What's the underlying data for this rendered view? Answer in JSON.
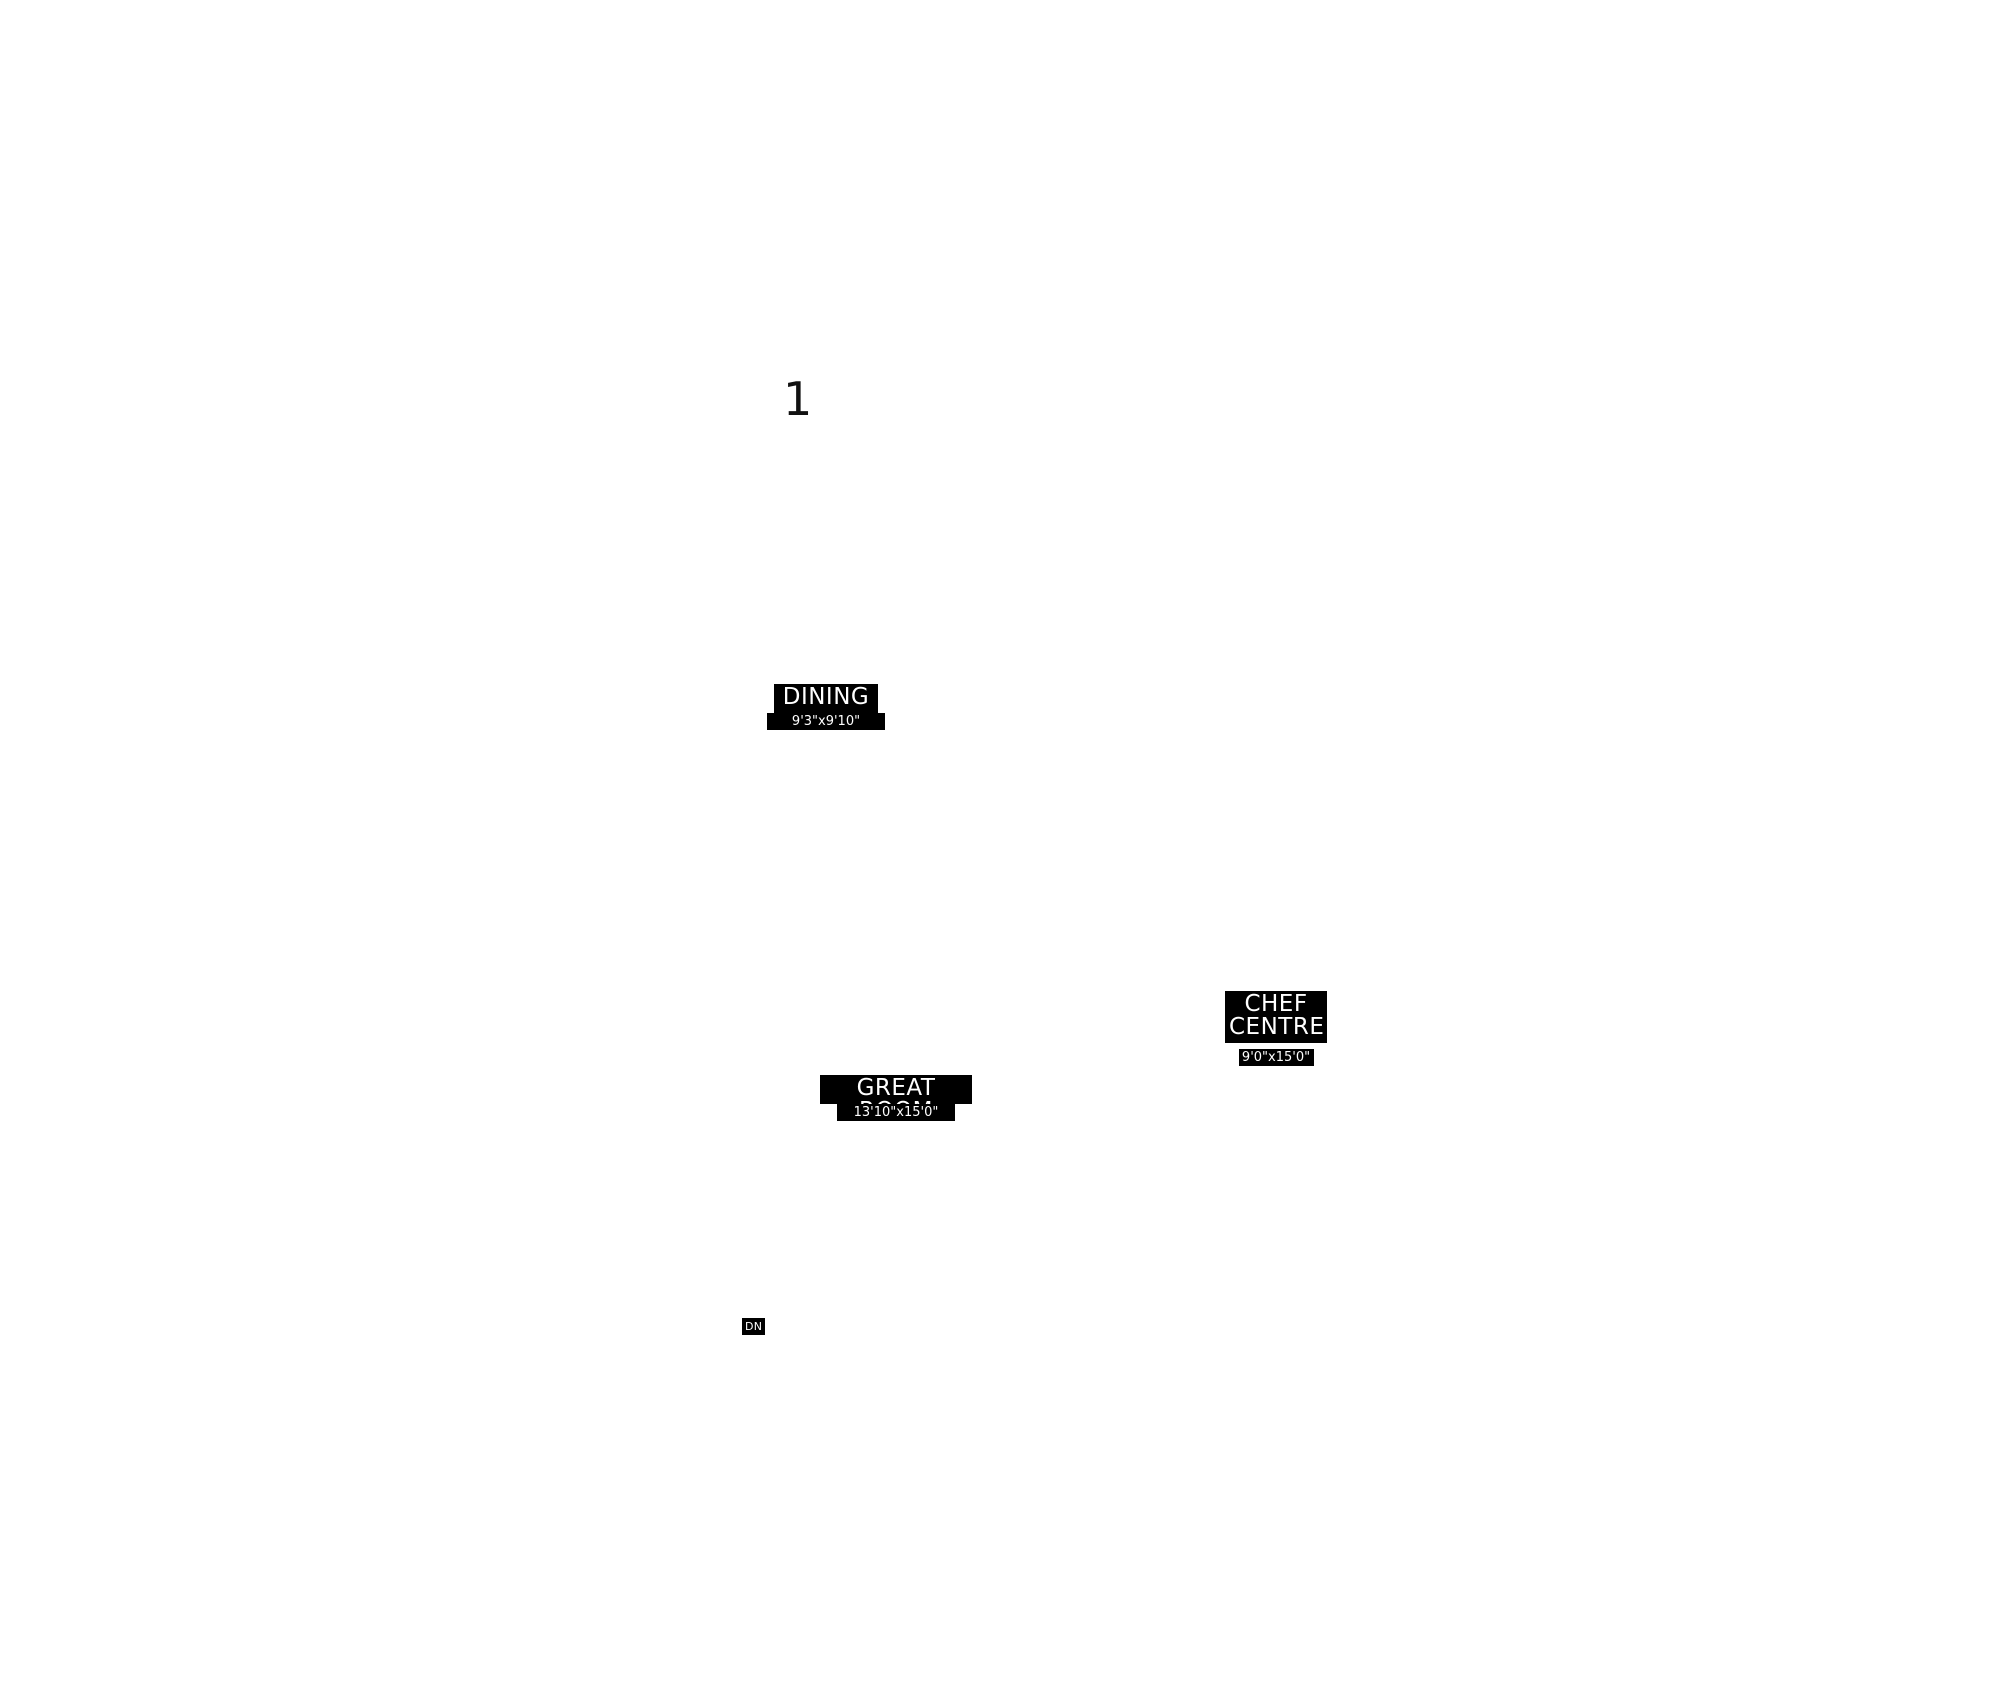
{
  "floor_plan": {
    "floor_number": "1",
    "rooms": [
      {
        "id": "dining",
        "name": "DINING",
        "dimensions": "9'3\"x9'10\""
      },
      {
        "id": "chef",
        "name": "CHEF\nCENTRE",
        "dimensions": "9'0\"x15'0\""
      },
      {
        "id": "great",
        "name": "GREAT ROOM",
        "dimensions": "13'10\"x15'0\""
      }
    ],
    "stair_label": "DN"
  }
}
